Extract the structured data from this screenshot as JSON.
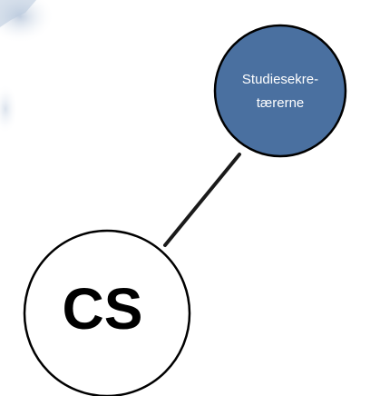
{
  "diagram": {
    "nodes": {
      "studiesekretaererne": {
        "lines": [
          "Studiesekre-",
          "tærerne"
        ],
        "fill": "#4a70a0",
        "stroke": "#000000",
        "text_color": "#ffffff"
      },
      "cs": {
        "label": "CS",
        "fill": "#ffffff",
        "stroke": "#000000",
        "text_color": "#000000"
      }
    },
    "edge": {
      "from": "cs",
      "to": "studiesekretaererne",
      "color": "#1a1a1a"
    },
    "background_decoration": {
      "color": "#b8c8dc"
    }
  }
}
